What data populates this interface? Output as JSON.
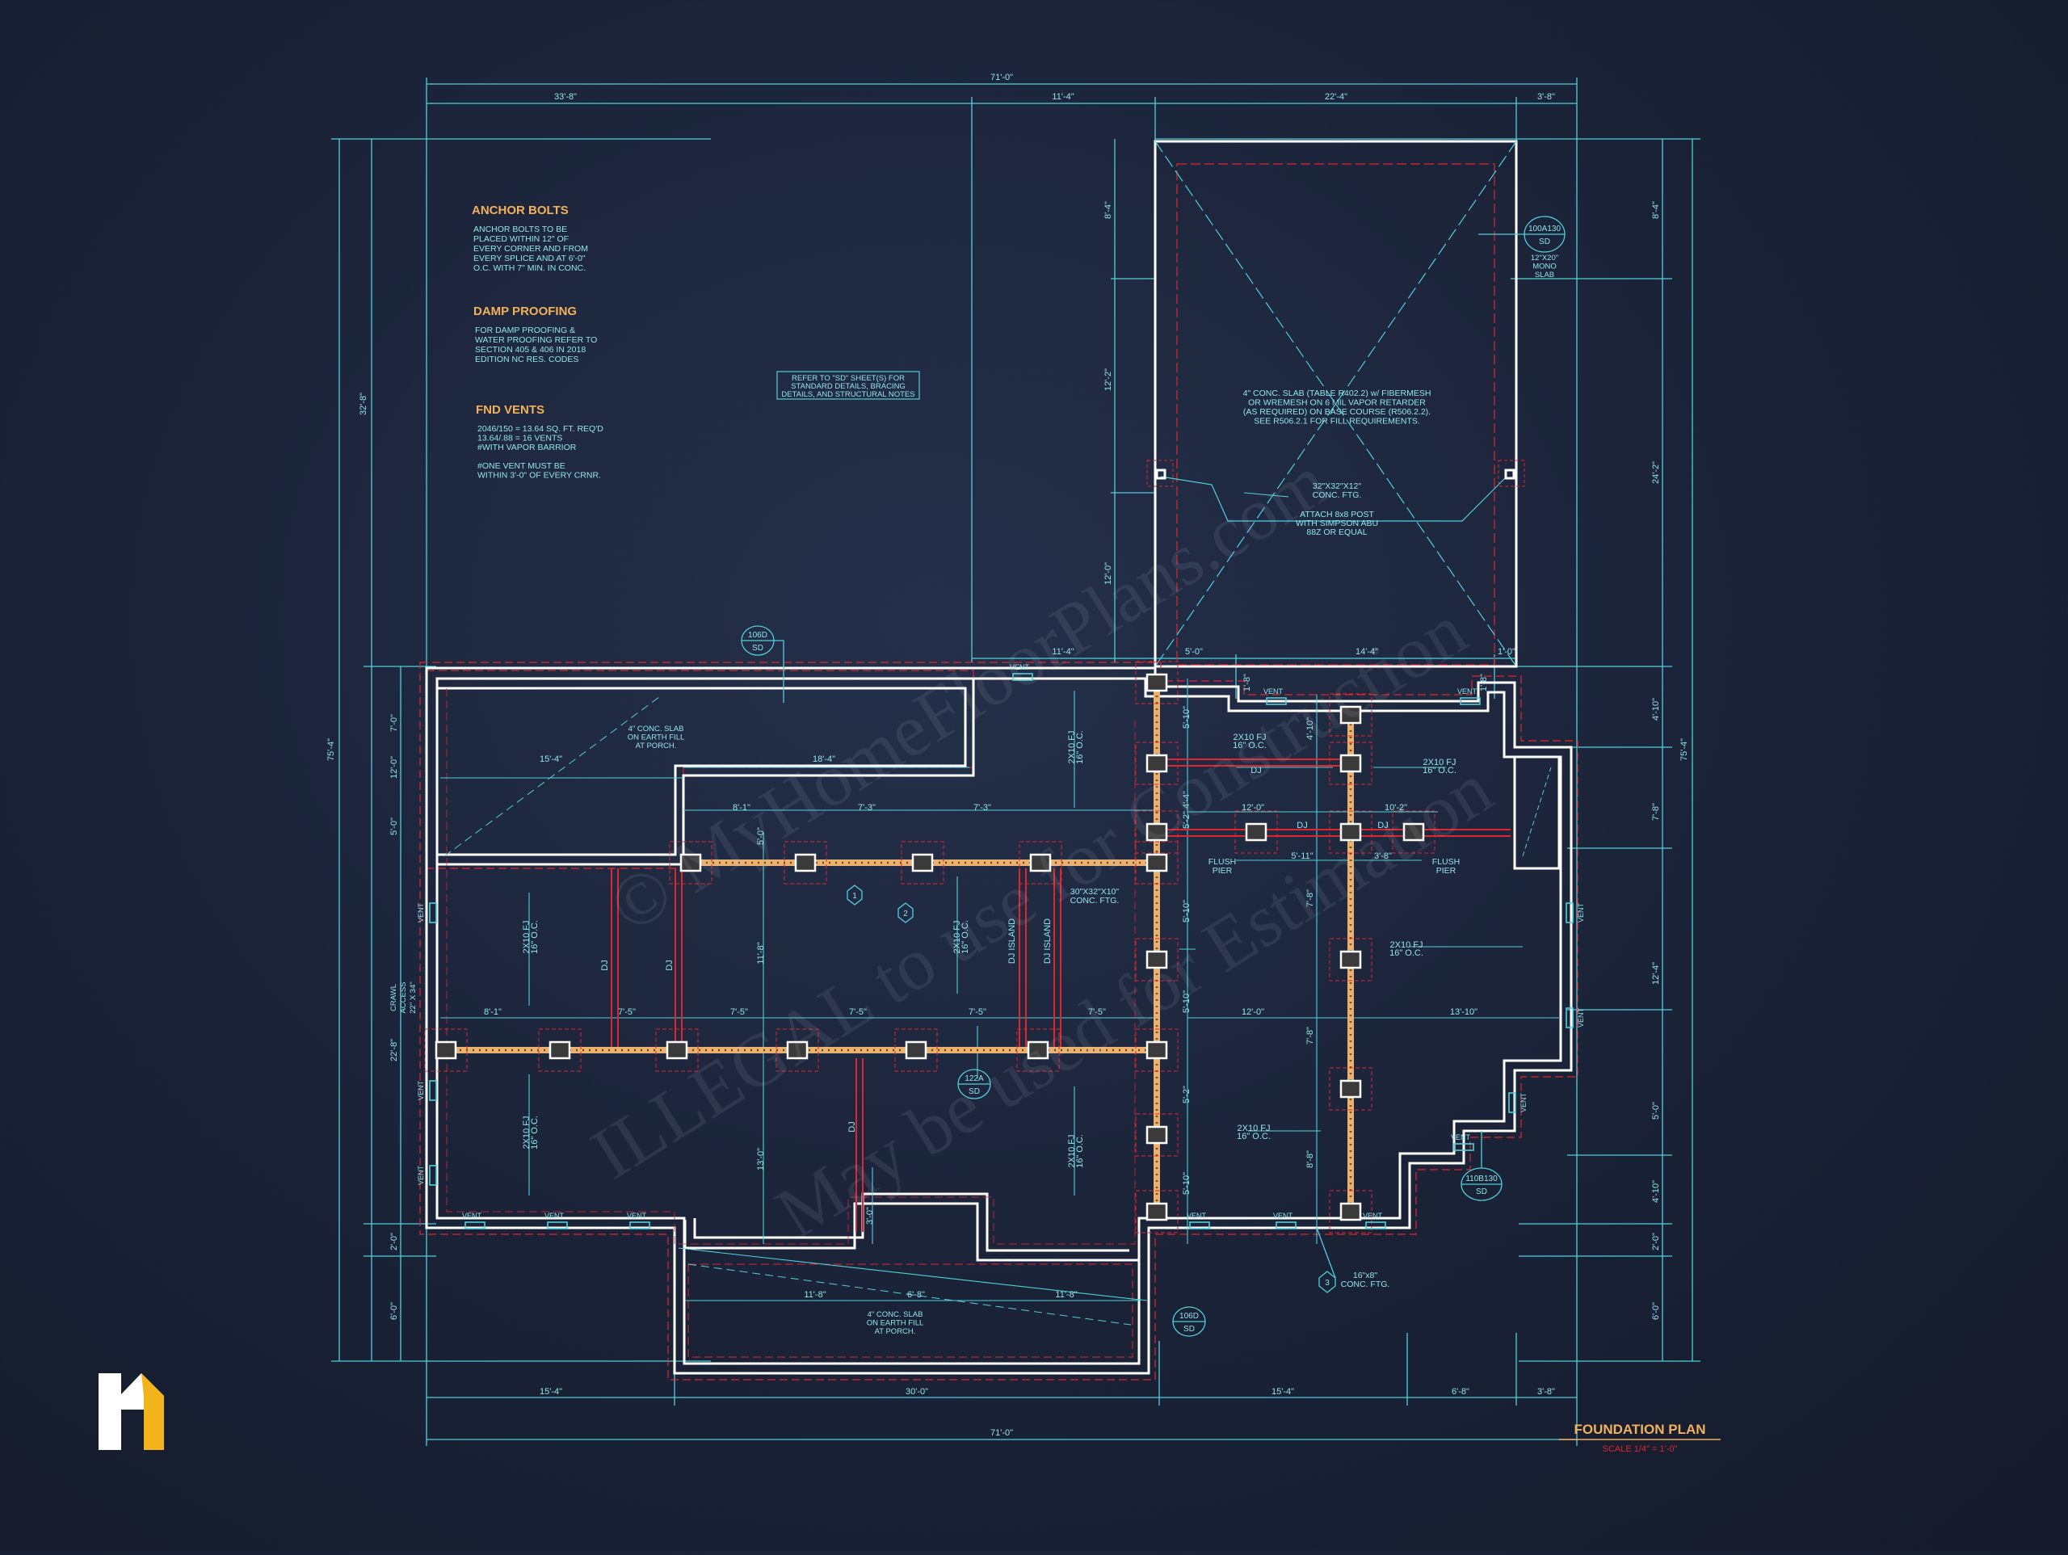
{
  "sheet": {
    "title": "FOUNDATION PLAN",
    "scale": "SCALE 1/4\" = 1'-0\"",
    "logo_icon": "house-logo-icon",
    "colors": {
      "background": "#1a2236",
      "dimension": "#4fd0dc",
      "wall": "#ffffff",
      "footing": "#e0262c",
      "beam": "#e9b070",
      "header": "#f2b15a"
    }
  },
  "notes": {
    "anchor_bolts": {
      "title": "ANCHOR BOLTS",
      "lines": [
        "ANCHOR BOLTS TO BE",
        "PLACED WITHIN 12\" OF",
        "EVERY CORNER AND FROM",
        "EVERY SPLICE AND AT 6'-0\"",
        "O.C. WITH 7\" MIN. IN CONC."
      ]
    },
    "damp_proofing": {
      "title": "DAMP PROOFING",
      "lines": [
        "FOR DAMP PROOFING &",
        "WATER PROOFING REFER TO",
        "SECTION 405 & 406 IN 2018",
        "EDITION NC RES. CODES"
      ]
    },
    "fnd_vents": {
      "title": "FND VENTS",
      "lines": [
        "2046/150 = 13.64 SQ. FT. REQ'D",
        "13.64/.88 = 16 VENTS",
        "#WITH VAPOR BARRIOR",
        "",
        "#ONE VENT MUST BE",
        "WITHIN 3'-0\" OF EVERY CRNR."
      ]
    },
    "refer_sd": [
      "REFER TO \"SD\" SHEET(S) FOR",
      "STANDARD DETAILS, BRACING",
      "DETAILS, AND STRUCTURAL NOTES"
    ],
    "garage_slab": [
      "4\" CONC. SLAB (TABLE R402.2) w/ FIBERMESH",
      "OR WREMESH ON 6 MIL VAPOR RETARDER",
      "(AS REQUIRED) ON BASE COURSE (R506.2.2).",
      "SEE R506.2.1 FOR FILL REQUIREMENTS."
    ],
    "conc_ftg_32": [
      "32\"X32\"X12\"",
      "CONC. FTG."
    ],
    "attach_post": [
      "ATTACH 8x8 POST",
      "WITH SIMPSON ABU",
      "88Z OR EQUAL"
    ],
    "mono_slab": [
      "12\"X20\"",
      "MONO",
      "SLAB"
    ],
    "porch_slab_top": [
      "4\" CONC. SLAB",
      "ON EARTH FILL",
      "AT PORCH."
    ],
    "porch_slab_bottom": [
      "4\" CONC. SLAB",
      "ON EARTH FILL",
      "AT PORCH."
    ],
    "conc_ftg_30": [
      "30\"X32\"X10\"",
      "CONC. FTG."
    ],
    "conc_ftg_16": [
      "16\"x8\"",
      "CONC. FTG."
    ],
    "flush_pier": [
      "FLUSH",
      "PIER"
    ],
    "crawl_access": [
      "CRAWL",
      "ACCESS",
      "22\" X 34\""
    ]
  },
  "dimensions": {
    "top_overall": "71'-0\"",
    "top_segments": [
      "33'-8\"",
      "11'-4\"",
      "22'-4\"",
      "3'-8\""
    ],
    "bottom_overall": "71'-0\"",
    "bottom_segments": [
      "15'-4\"",
      "30'-0\"",
      "15'-4\"",
      "6'-8\"",
      "3'-8\""
    ],
    "left_overall": "75'-4\"",
    "left_upper": "32'-8\"",
    "left_segments": [
      "7'-0\"",
      "12'-0\"",
      "5'-0\"",
      "22'-8\"",
      "2'-0\"",
      "6'-0\""
    ],
    "right_overall": "75'-4\"",
    "right_segments": [
      "8'-4\"",
      "24'-2\"",
      "4'-10\"",
      "7'-8\"",
      "12'-4\"",
      "5'-0\"",
      "4'-10\"",
      "2'-0\"",
      "6'-0\""
    ],
    "garage_vertical": [
      "8'-4\"",
      "12'-2\"",
      "12'-0\""
    ],
    "inner_horizontal": [
      "15'-4\"",
      "18'-4\"",
      "8'-1\"",
      "7'-3\"",
      "7'-3\"",
      "12'-0\"",
      "10'-2\"",
      "5'-11\"",
      "3'-8\""
    ],
    "row_horizontal": [
      "8'-1\"",
      "7'-5\"",
      "7'-5\"",
      "7'-5\"",
      "7'-5\"",
      "7'-5\"",
      "12'-0\"",
      "13'-10\""
    ],
    "inner_vertical": [
      "5'-0\"",
      "11'-8\"",
      "13'-0\"",
      "3'-0\"",
      "5'-10\"",
      "5'-10\"",
      "5'-10\"",
      "5'-2\"",
      "5'-10\"",
      "4'-4\"",
      "4'-10\"",
      "7'-8\"",
      "7'-8\"",
      "8'-8\"",
      "5'-2\""
    ],
    "porch_horizontal": [
      "11'-8\"",
      "6'-8\"",
      "11'-8\""
    ],
    "upper_mid": [
      "11'-4\"",
      "5'-0\"",
      "14'-4\"",
      "1'-0\"",
      "1'-8\"",
      "1'-8\""
    ]
  },
  "joists": {
    "label": "2X10 FJ",
    "spacing": "16\" O.C.",
    "dj": "DJ",
    "dj_island": "DJ ISLAND"
  },
  "vents": {
    "label": "VENT"
  },
  "details": [
    {
      "id": "100A130",
      "sheet": "SD"
    },
    {
      "id": "106D",
      "sheet": "SD"
    },
    {
      "id": "122A",
      "sheet": "SD"
    },
    {
      "id": "110B130",
      "sheet": "SD"
    },
    {
      "id": "106D",
      "sheet": "SD"
    }
  ],
  "tags": [
    "1",
    "2",
    "3"
  ],
  "watermark": [
    "© MyHomeFloorPlans.com",
    "ILLEGAL to use for Construction",
    "May be used for Estimation"
  ]
}
